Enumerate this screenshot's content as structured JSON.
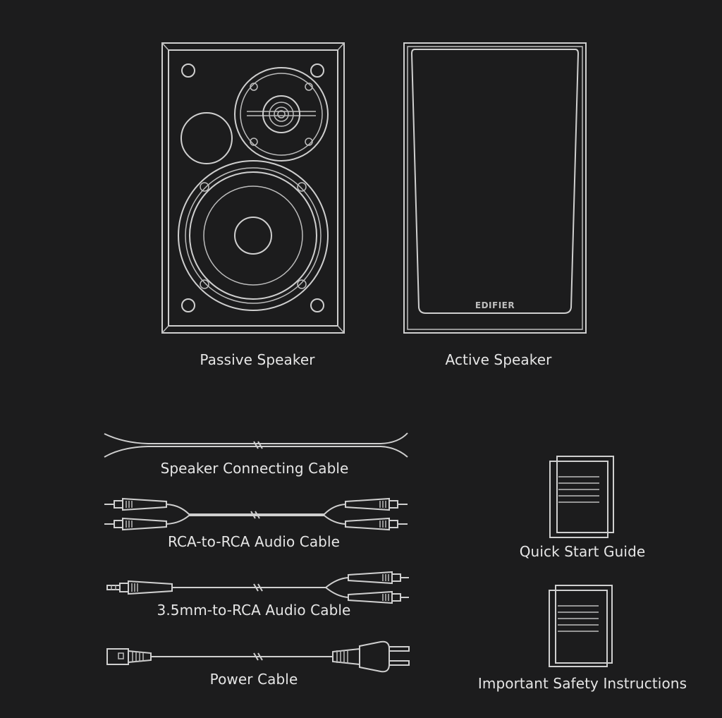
{
  "colors": {
    "background": "#1c1c1d",
    "line": "#cfcfcf",
    "text": "#e6e6e6"
  },
  "speakers": {
    "passive_label": "Passive Speaker",
    "active_label": "Active Speaker",
    "brand_logo": "EDIFIER"
  },
  "cables": {
    "speaker_connecting": "Speaker Connecting Cable",
    "rca_to_rca": "RCA-to-RCA Audio Cable",
    "mm35_to_rca": "3.5mm-to-RCA Audio Cable",
    "power": "Power Cable"
  },
  "documents": {
    "quick_start": "Quick Start Guide",
    "safety": "Important Safety Instructions"
  }
}
